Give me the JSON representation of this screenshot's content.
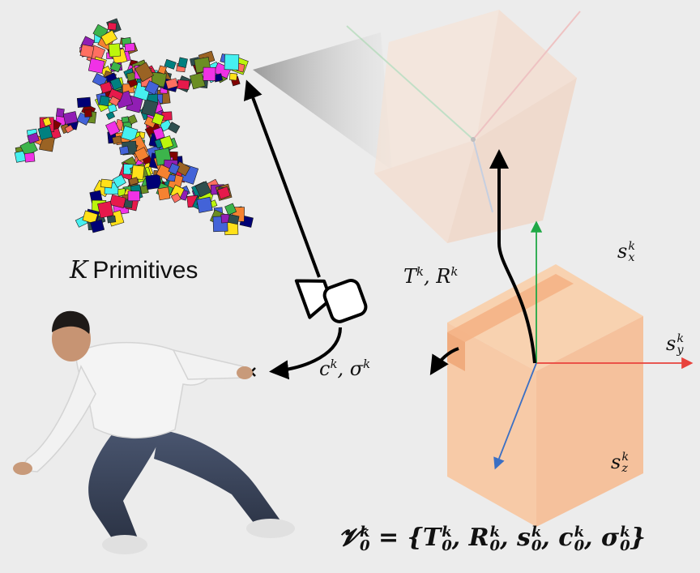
{
  "labels": {
    "primitives_symbol": "K",
    "primitives_text": "Primitives",
    "translation_rotation": {
      "a": "T",
      "b": "R",
      "sup": "k"
    },
    "color_opacity": {
      "a": "c",
      "b": "σ",
      "sup": "k"
    },
    "scale_x": {
      "base": "s",
      "sup": "k",
      "sub": "x"
    },
    "scale_y": {
      "base": "s",
      "sup": "k",
      "sub": "y"
    },
    "scale_z": {
      "base": "s",
      "sup": "k",
      "sub": "z"
    }
  },
  "formula": {
    "lhs": "𝓥",
    "sup": "k",
    "sub": "0",
    "eq": " = {",
    "items": [
      "T",
      "R",
      "s",
      "c",
      "σ"
    ],
    "close": "}"
  },
  "colors": {
    "background": "#ececec",
    "box_fill": "#f8c9a4",
    "axis_x": "#e8423c",
    "axis_y": "#1fa845",
    "axis_z": "#3a6fc4"
  },
  "icons": [
    "camera-icon",
    "ray-endpoint-marker"
  ]
}
